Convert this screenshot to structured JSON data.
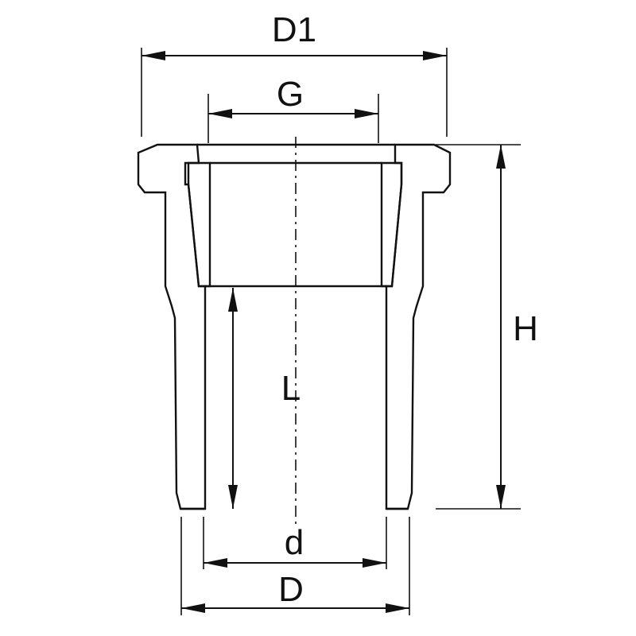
{
  "labels": {
    "D1": "D1",
    "G": "G",
    "H": "H",
    "L": "L",
    "d": "d",
    "D": "D"
  }
}
